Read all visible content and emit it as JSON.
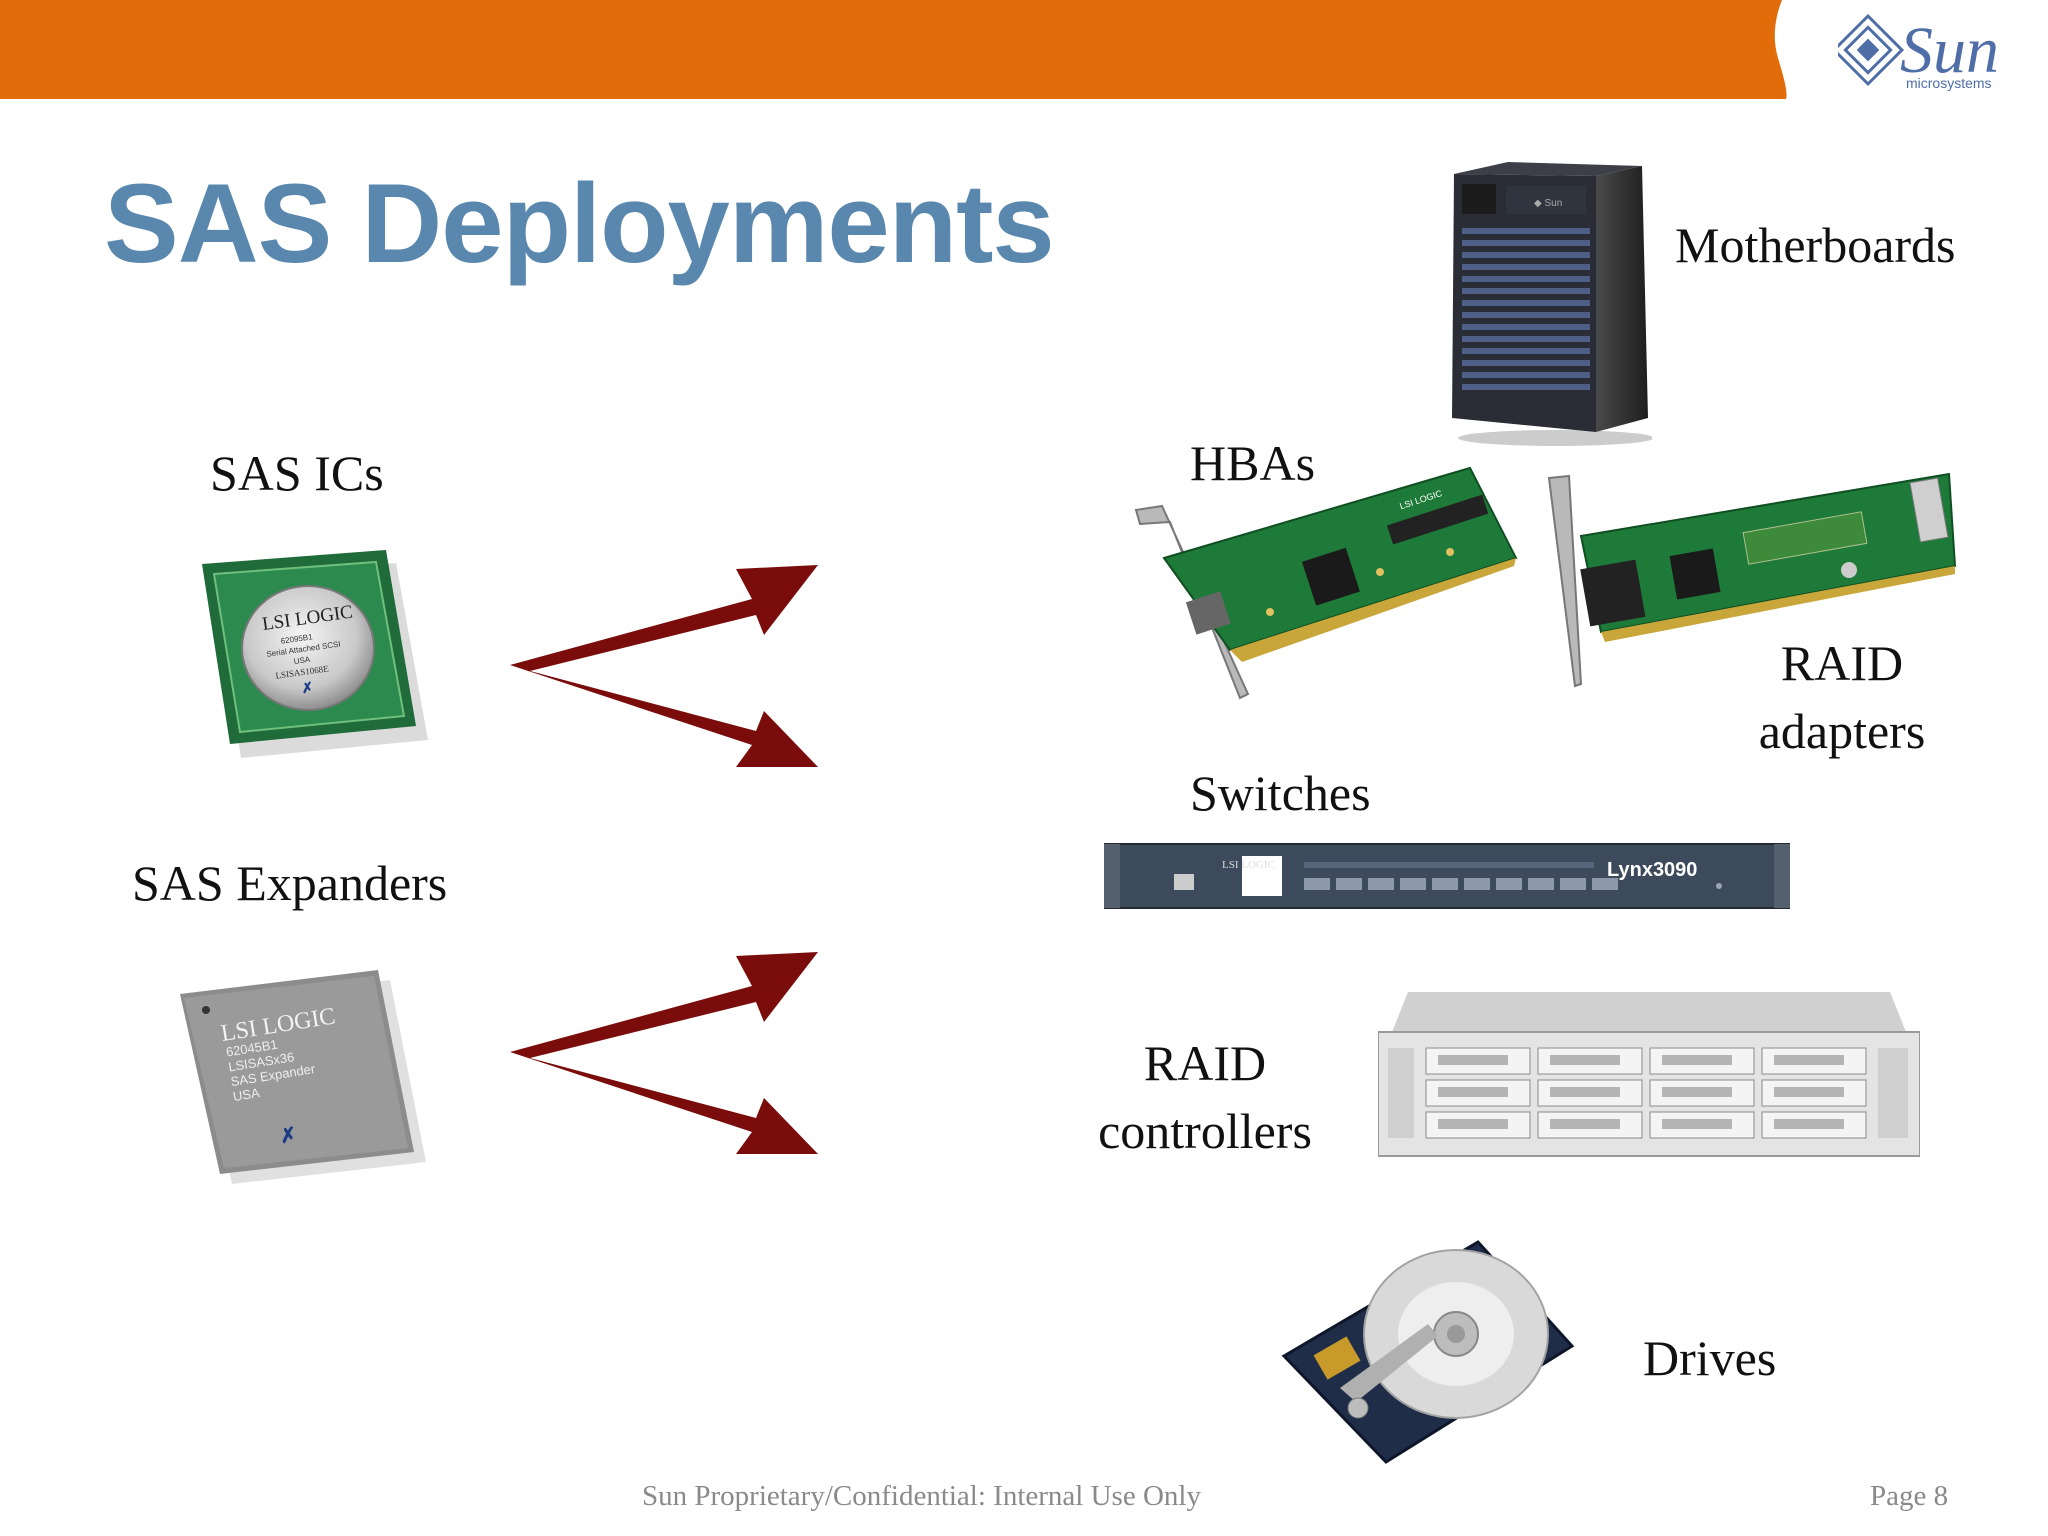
{
  "slide": {
    "title": "SAS Deployments",
    "logo": {
      "word": "Sun",
      "sub": "microsystems"
    },
    "colors": {
      "header_bar": "#e36c0a",
      "title": "#5a87ad",
      "arrow": "#7b0c0c"
    },
    "sources": [
      {
        "label": "SAS ICs",
        "chip": {
          "brand": "LSI LOGIC",
          "lines": [
            "62095B1",
            "Serial Attached SCSI",
            "USA",
            "LSISAS1068E"
          ]
        }
      },
      {
        "label": "SAS Expanders",
        "chip": {
          "brand": "LSI LOGIC",
          "lines": [
            "62045B1",
            "LSISASx36",
            "SAS Expander",
            "USA"
          ]
        }
      }
    ],
    "targets": {
      "motherboards": "Motherboards",
      "hbas": "HBAs",
      "raid_adapters": [
        "RAID",
        "adapters"
      ],
      "switches": "Switches",
      "switch_brand": "Lynx3090",
      "switch_logo": "LSI LOGIC",
      "raid_controllers": [
        "RAID",
        "controllers"
      ],
      "drives": "Drives"
    },
    "pcb_labels": {
      "hba": "LSI LOGIC"
    },
    "footer": {
      "confidential": "Sun Proprietary/Confidential: Internal Use Only",
      "page": "Page 8"
    },
    "icons": [
      "sun-logo-icon",
      "server-tower-icon",
      "hba-card-icon",
      "raid-adapter-card-icon",
      "switch-rack-icon",
      "storage-array-icon",
      "hard-drive-icon",
      "sas-ic-chip-icon",
      "sas-expander-chip-icon",
      "split-arrow-icon"
    ]
  }
}
